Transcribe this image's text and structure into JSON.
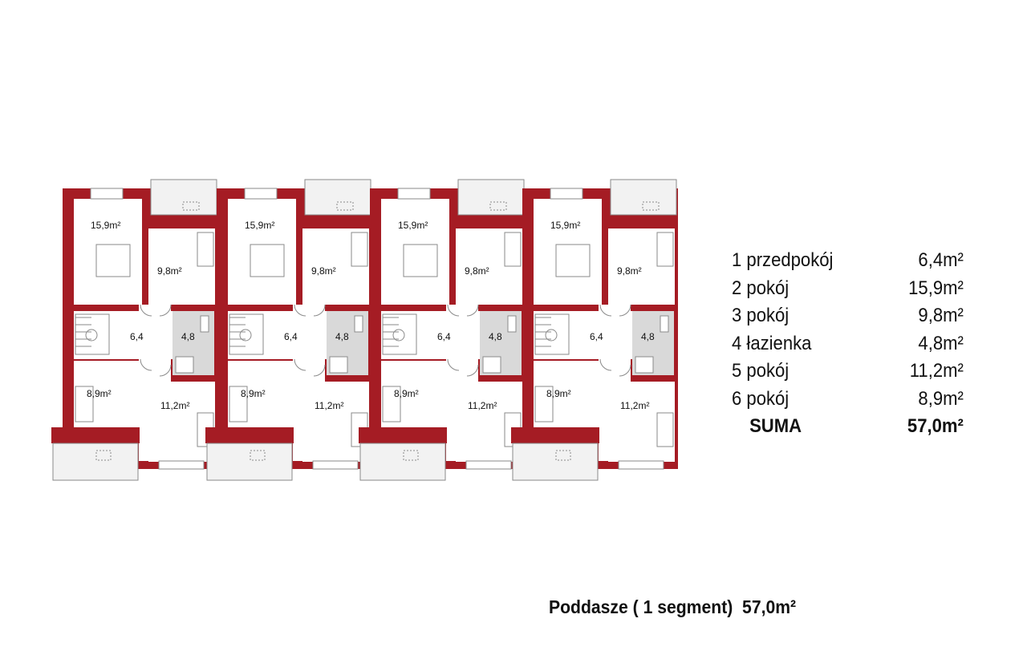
{
  "colors": {
    "wall": "#a51c24",
    "bathroom": "#d9d9d9",
    "line": "#8a8a8a"
  },
  "segments_count": 4,
  "room_labels": {
    "r2": "15,9m²",
    "r3": "9,8m²",
    "r1": "6,4",
    "r4": "4,8",
    "r6": "8,9m²",
    "r5": "11,2m²"
  },
  "legend": {
    "rows": [
      {
        "label": "1 przedpokój",
        "area": "6,4m²"
      },
      {
        "label": "2 pokój",
        "area": "15,9m²"
      },
      {
        "label": "3 pokój",
        "area": "9,8m²"
      },
      {
        "label": "4 łazienka",
        "area": "4,8m²"
      },
      {
        "label": "5 pokój",
        "area": "11,2m²"
      },
      {
        "label": "6 pokój",
        "area": "8,9m²"
      }
    ],
    "total": {
      "label": "SUMA",
      "area": "57,0m²"
    }
  },
  "caption": "Poddasze ( 1 segment)  57,0m²"
}
